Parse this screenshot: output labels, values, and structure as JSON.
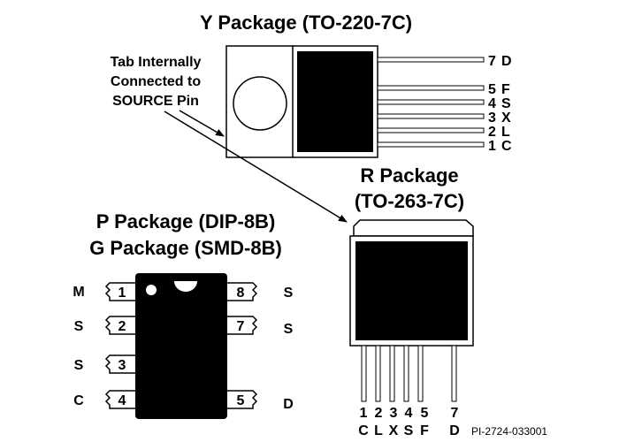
{
  "y_package": {
    "title": "Y Package (TO-220-7C)",
    "note_lines": [
      "Tab Internally",
      "Connected to",
      "SOURCE Pin"
    ],
    "pins": [
      {
        "num": "7",
        "name": "D"
      },
      {
        "num": "5",
        "name": "F"
      },
      {
        "num": "4",
        "name": "S"
      },
      {
        "num": "3",
        "name": "X"
      },
      {
        "num": "2",
        "name": "L"
      },
      {
        "num": "1",
        "name": "C"
      }
    ]
  },
  "r_package": {
    "title_line1": "R Package",
    "title_line2": "(TO-263-7C)",
    "pins": [
      {
        "num": "1",
        "name": "C"
      },
      {
        "num": "2",
        "name": "L"
      },
      {
        "num": "3",
        "name": "X"
      },
      {
        "num": "4",
        "name": "S"
      },
      {
        "num": "5",
        "name": "F"
      },
      {
        "num": "7",
        "name": "D"
      }
    ]
  },
  "dip_package": {
    "title_line1": "P Package (DIP-8B)",
    "title_line2": "G Package (SMD-8B)",
    "left_pins": [
      {
        "num": "1",
        "name": "M"
      },
      {
        "num": "2",
        "name": "S"
      },
      {
        "num": "3",
        "name": "S"
      },
      {
        "num": "4",
        "name": "C"
      }
    ],
    "right_pins": [
      {
        "num": "8",
        "name": "S"
      },
      {
        "num": "7",
        "name": "S"
      },
      {
        "num": "5",
        "name": "D"
      }
    ]
  },
  "figure_ref": "PI-2724-033001"
}
